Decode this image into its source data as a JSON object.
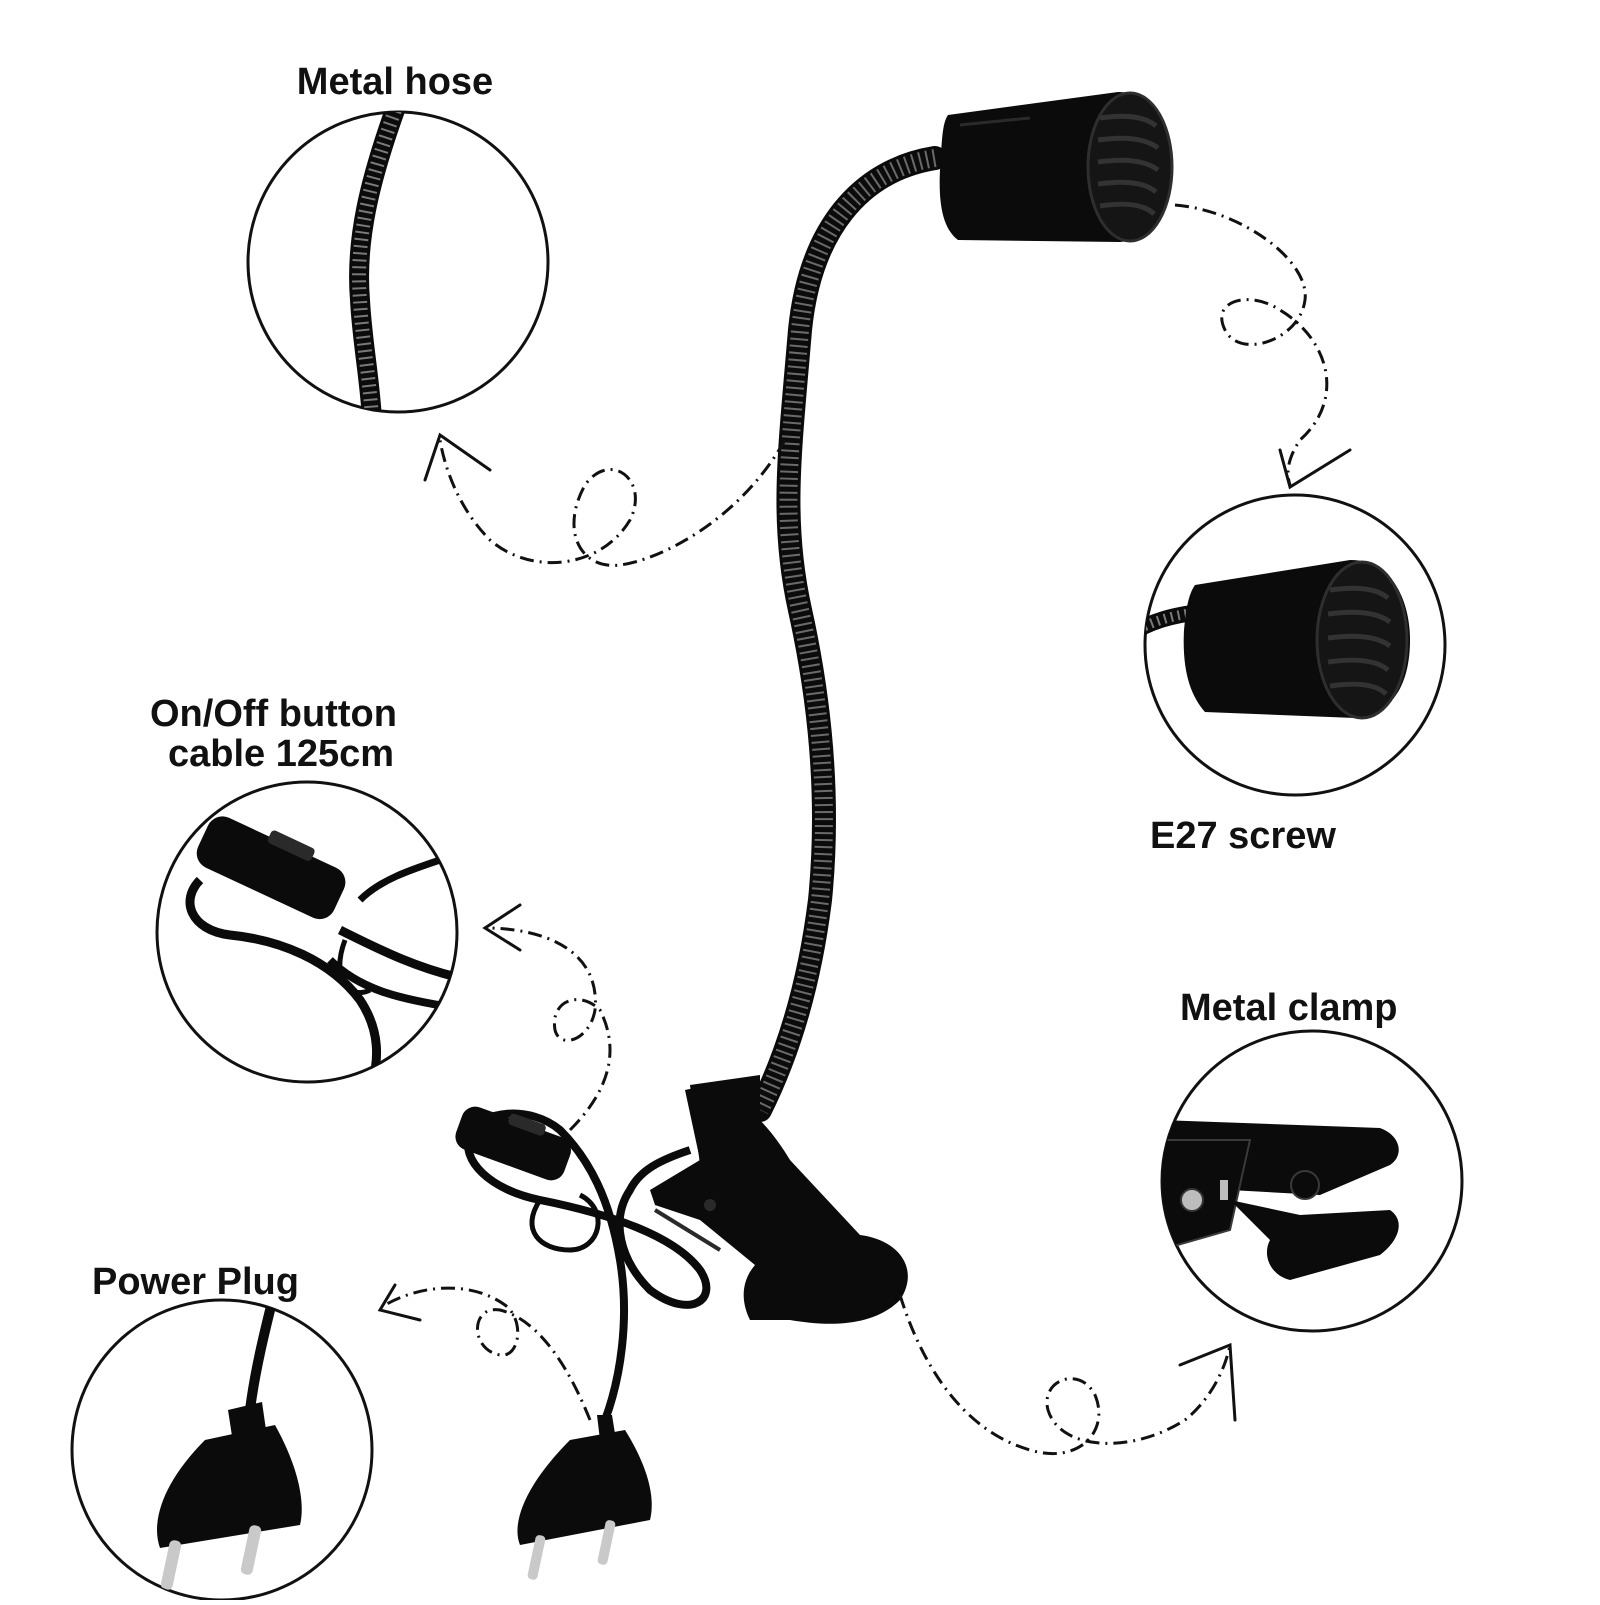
{
  "labels": {
    "metal_hose": "Metal hose",
    "on_off_line1": "On/Off button",
    "on_off_line2": "cable 125cm",
    "e27_screw": "E27 screw",
    "metal_clamp": "Metal clamp",
    "power_plug": "Power Plug"
  },
  "colors": {
    "product": "#0b0b0b",
    "stroke": "#1a1a1a",
    "highlight": "#3a3a3a",
    "metal_pin": "#c9c9c9",
    "background": "#ffffff"
  }
}
